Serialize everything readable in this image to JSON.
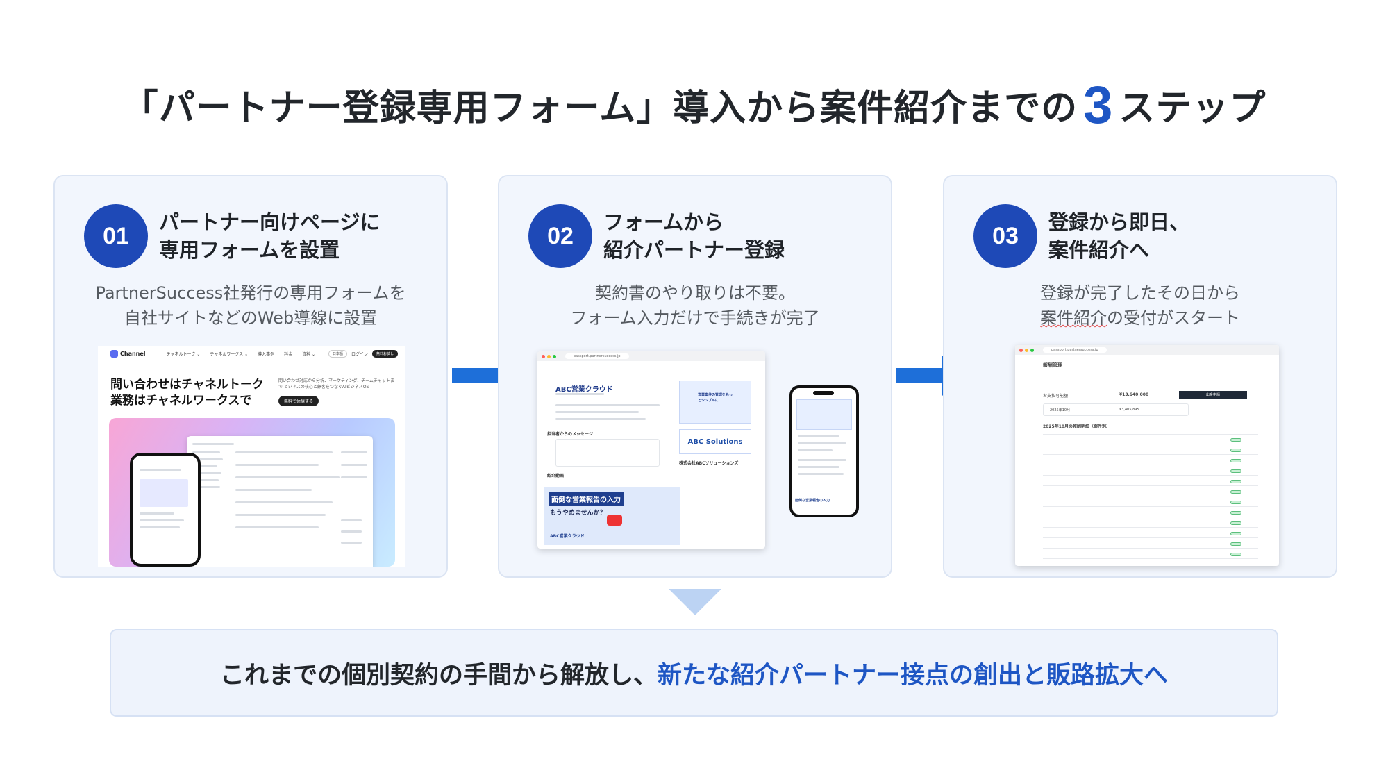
{
  "title": {
    "before": "「パートナー登録専用フォーム」導入から案件紹介までの",
    "number": "3",
    "after": "ステップ"
  },
  "steps": [
    {
      "num": "01",
      "heading_line1": "パートナー向けページに",
      "heading_line2": "専用フォームを設置",
      "desc_line1": "PartnerSuccess社発行の専用フォームを",
      "desc_line2": "自社サイトなどのWeb導線に設置",
      "mockup": {
        "logo": "Channel",
        "menu": [
          "チャネルトーク ⌄",
          "チャネルワークス ⌄",
          "導入事例",
          "料金",
          "資料 ⌄"
        ],
        "nav_right": [
          "日本語",
          "ログイン",
          "無料お試し"
        ],
        "headline_line1": "問い合わせはチャネルトーク",
        "headline_line2": "業務はチャネルワークスで",
        "subtext": "問い合わせ対応から分析、マーケティング、チームチャットまで ビジネスの核心と顧客をつなぐAIビジネスOS",
        "cta": "無料で体験する"
      }
    },
    {
      "num": "02",
      "heading_line1": "フォームから",
      "heading_line2": "紹介パートナー登録",
      "desc_line1": "契約書のやり取りは不要。",
      "desc_line2": "フォーム入力だけで手続きが完了",
      "mockup": {
        "url": "passport.partnersuccess.jp",
        "service_name": "ABC営業クラウド",
        "company": "株式会社ABCソリューションズ",
        "message_heading": "担当者からのメッセージ",
        "intro_heading": "紹介動画",
        "banner_line1": "面倒な営業報告の入力",
        "banner_line2": "もうやめませんか？",
        "banner_footer": "ABC営業クラウド",
        "ad_text": "営業案件の管理をもっとシンプルに",
        "logo_text": "ABC Solutions",
        "phone_banner": "面倒な営業報告の入力"
      }
    },
    {
      "num": "03",
      "heading_line1": "登録から即日、",
      "heading_line2": "案件紹介へ",
      "desc_line1": "登録が完了したその日から",
      "desc_wavy": "案件紹介",
      "desc_line2_rest": "の受付がスタート",
      "mockup": {
        "url": "passport.partnersuccess.jp",
        "page_title": "報酬管理",
        "amount_label": "お支払可能額",
        "amount": "¥13,640,000",
        "button": "出金申請",
        "month": "2025年10月",
        "month_amount": "¥3,405,895",
        "table_title": "2025年10月の報酬明細（案件別）"
      }
    }
  ],
  "banner": {
    "normal": "これまでの個別契約の手間から解放し、",
    "highlight": "新たな紹介パートナー接点の創出と販路拡大へ"
  },
  "colors": {
    "accent": "#1e49b7",
    "highlight_text": "#1e56c4",
    "arrow": "#1e6fd9",
    "card_bg": "#f2f6fd",
    "down_triangle": "#bcd3f3"
  }
}
